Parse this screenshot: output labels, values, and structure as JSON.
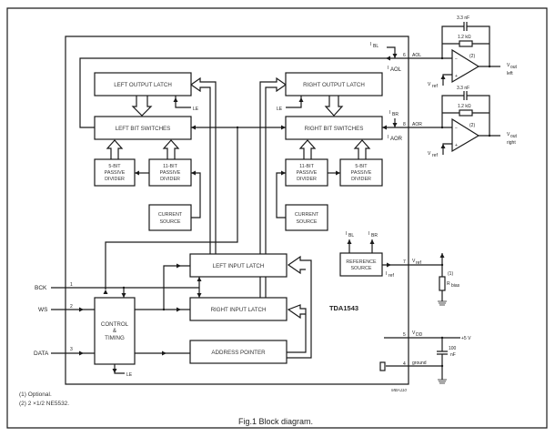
{
  "figure": {
    "caption": "Fig.1  Block diagram.",
    "chip_name": "TDA1543",
    "drawing_code": "MBA110",
    "notes": [
      "(1)  Optional.",
      "(2)  2 ×1/2 NE5532."
    ]
  },
  "blocks": {
    "left_output_latch": "LEFT OUTPUT LATCH",
    "right_output_latch": "RIGHT OUTPUT LATCH",
    "left_bit_switches": "LEFT BIT SWITCHES",
    "right_bit_switches": "RIGHT BIT SWITCHES",
    "left_5bit": [
      "5-BIT",
      "PASSIVE",
      "DIVIDER"
    ],
    "left_11bit": [
      "11-BIT",
      "PASSIVE",
      "DIVIDER"
    ],
    "right_11bit": [
      "11-BIT",
      "PASSIVE",
      "DIVIDER"
    ],
    "right_5bit": [
      "5-BIT",
      "PASSIVE",
      "DIVIDER"
    ],
    "left_current_source": [
      "CURRENT",
      "SOURCE"
    ],
    "right_current_source": [
      "CURRENT",
      "SOURCE"
    ],
    "reference_source": [
      "REFERENCE",
      "SOURCE"
    ],
    "left_input_latch": "LEFT INPUT LATCH",
    "right_input_latch": "RIGHT INPUT LATCH",
    "address_pointer": "ADDRESS POINTER",
    "control_timing": [
      "CONTROL",
      "&",
      "TIMING"
    ]
  },
  "signals": {
    "le": "LE",
    "bck": "BCK",
    "ws": "WS",
    "data": "DATA",
    "pin_bck": "1",
    "pin_ws": "2",
    "pin_data": "3",
    "pin_ground": "4",
    "pin_vdd": "5",
    "pin_aol": "6",
    "pin_vref": "7",
    "pin_aor": "8",
    "aol": "AOL",
    "aor": "AOR",
    "ibl": "I",
    "ibl_sub": "BL",
    "ibr": "I",
    "ibr_sub": "BR",
    "iaol": "I",
    "iaol_sub": "AOL",
    "iaor": "I",
    "iaor_sub": "AOR",
    "iref": "I",
    "iref_sub": "ref",
    "vref": "V",
    "vref_sub": "ref",
    "vdd": "V",
    "vdd_sub": "DD",
    "ground": "ground",
    "supply": "+5 V"
  },
  "components": {
    "cap_left": "3.3 nF",
    "res_left": "1.2  kΩ",
    "cap_right": "3.3 nF",
    "res_right": "1.2  kΩ",
    "opamp_note": "(2)",
    "vout": "V",
    "vout_sub": "out",
    "vout_left": "left",
    "vout_right": "right",
    "rbias": "R",
    "rbias_sub": "bias",
    "rbias_note": "(1)",
    "decoupling_cap": [
      "100",
      "nF"
    ]
  }
}
